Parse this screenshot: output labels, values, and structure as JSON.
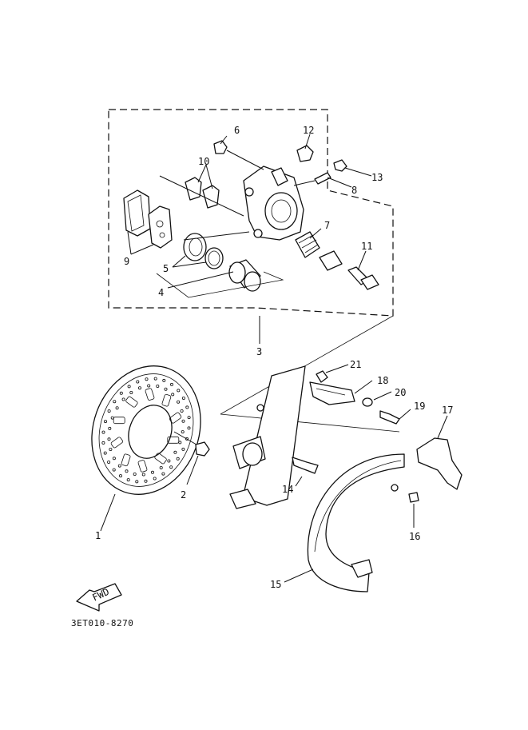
{
  "callouts": {
    "c1": "1",
    "c2": "2",
    "c3": "3",
    "c4": "4",
    "c5": "5",
    "c6": "6",
    "c7": "7",
    "c8": "8",
    "c9": "9",
    "c10": "10",
    "c11": "11",
    "c12": "12",
    "c13": "13",
    "c14": "14",
    "c15": "15",
    "c16": "16",
    "c17": "17",
    "c18": "18",
    "c19": "19",
    "c20": "20",
    "c21": "21"
  },
  "fwd_label": "FWD",
  "diagram_code": "3ET010-8270"
}
